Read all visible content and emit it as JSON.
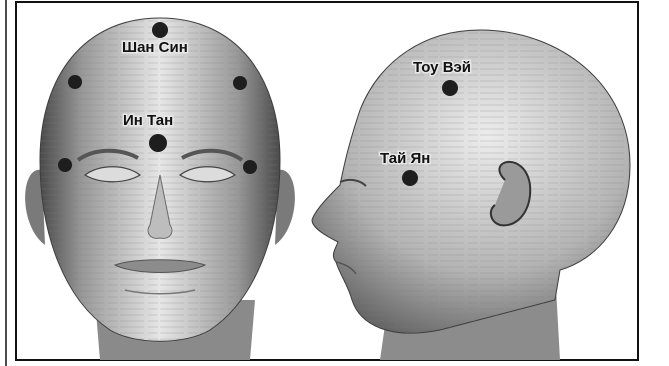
{
  "points": [
    {
      "id": "shang-sin",
      "label": "Шан Син"
    },
    {
      "id": "in-tan",
      "label": "Ин Тан"
    },
    {
      "id": "tou-vei",
      "label": "Тоу Вэй"
    },
    {
      "id": "tai-yan",
      "label": "Тай Ян"
    }
  ],
  "colors": {
    "background": "#ffffff",
    "frame": "#111111",
    "point": "#1e1e1e",
    "head_light": "#f2f2f2",
    "head_dark": "#5a5a5a"
  },
  "icons": {
    "front_head": "front-head-illustration",
    "side_head": "side-head-illustration",
    "acupoint": "acupoint-dot"
  }
}
